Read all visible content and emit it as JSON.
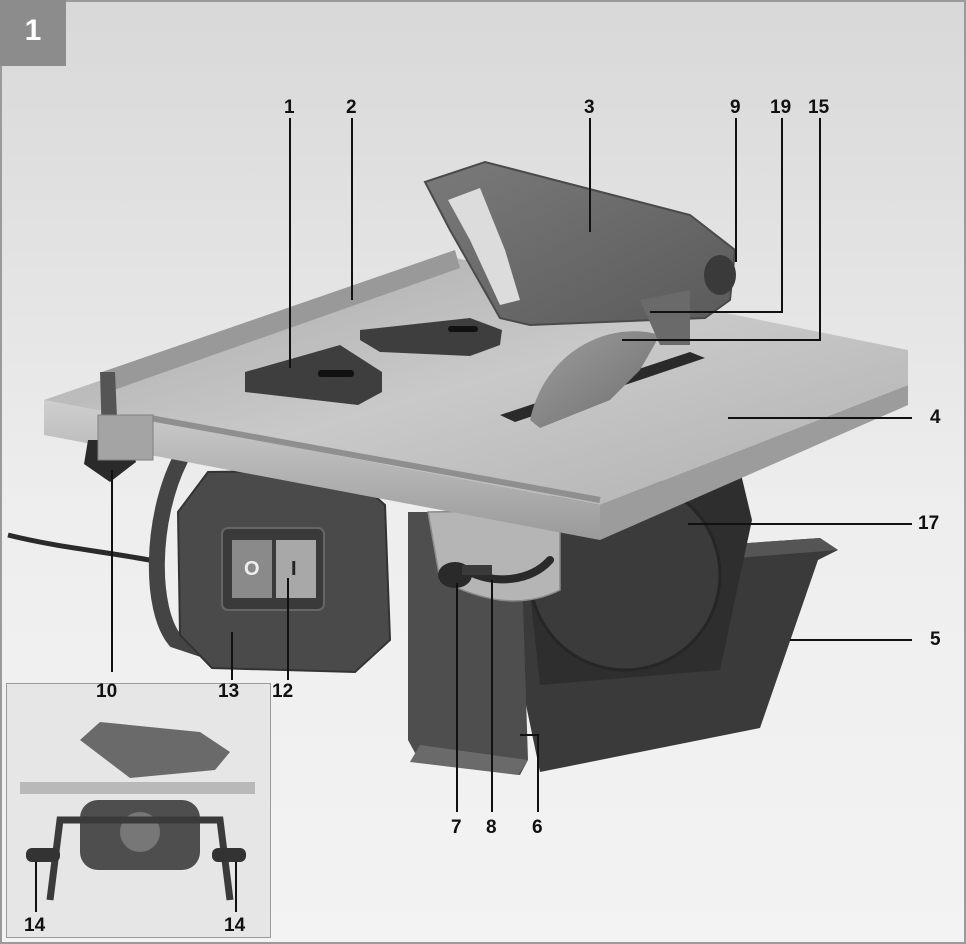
{
  "figure": {
    "number": "1"
  },
  "callouts": {
    "c1": "1",
    "c2": "2",
    "c3": "3",
    "c9": "9",
    "c19": "19",
    "c15": "15",
    "c4": "4",
    "c17": "17",
    "c5": "5",
    "c10": "10",
    "c13": "13",
    "c12": "12",
    "c7": "7",
    "c8": "8",
    "c6": "6",
    "c14a": "14",
    "c14b": "14"
  },
  "switch": {
    "off_symbol": "O",
    "on_symbol": "I"
  },
  "colors": {
    "background": "#ececec",
    "frame_border": "#9a9a9a",
    "badge": "#8c8c8c",
    "steel_table": "#b8b8b8",
    "dark_plastic": "#4a4a4a",
    "tray": "#353535",
    "leader_line": "#111111"
  }
}
